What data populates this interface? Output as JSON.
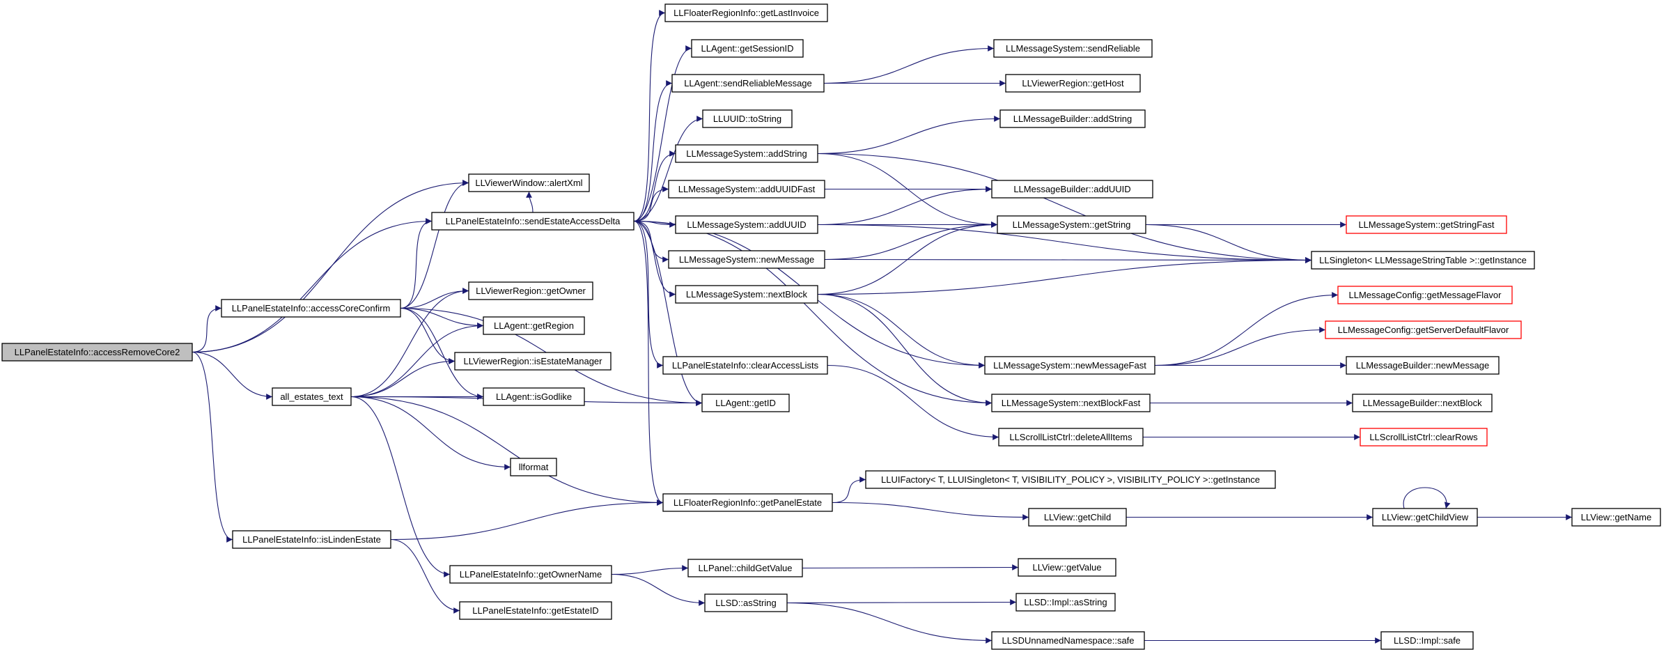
{
  "colors": {
    "edge": "#191970",
    "node_border": "#000000",
    "node_fill": "#ffffff",
    "root_fill": "#bfbfbf",
    "truncated_border": "#ff0000"
  },
  "nodes": [
    {
      "id": "n0",
      "label": "LLPanelEstateInfo::accessRemoveCore2",
      "style": "root"
    },
    {
      "id": "n1",
      "label": "LLViewerWindow::alertXml",
      "style": "normal"
    },
    {
      "id": "n2",
      "label": "LLPanelEstateInfo::accessCoreConfirm",
      "style": "normal"
    },
    {
      "id": "n3",
      "label": "all_estates_text",
      "style": "normal"
    },
    {
      "id": "n4",
      "label": "LLPanelEstateInfo::isLindenEstate",
      "style": "normal"
    },
    {
      "id": "n5",
      "label": "LLPanelEstateInfo::sendEstateAccessDelta",
      "style": "normal"
    },
    {
      "id": "n6",
      "label": "LLViewerRegion::getOwner",
      "style": "normal"
    },
    {
      "id": "n7",
      "label": "LLAgent::getRegion",
      "style": "normal"
    },
    {
      "id": "n8",
      "label": "LLViewerRegion::isEstateManager",
      "style": "normal"
    },
    {
      "id": "n9",
      "label": "LLAgent::isGodlike",
      "style": "normal"
    },
    {
      "id": "n10",
      "label": "llformat",
      "style": "normal"
    },
    {
      "id": "n11",
      "label": "LLFloaterRegionInfo::getLastInvoice",
      "style": "normal"
    },
    {
      "id": "n12",
      "label": "LLAgent::getSessionID",
      "style": "normal"
    },
    {
      "id": "n13",
      "label": "LLAgent::sendReliableMessage",
      "style": "normal"
    },
    {
      "id": "n14",
      "label": "LLUUID::toString",
      "style": "normal"
    },
    {
      "id": "n15",
      "label": "LLMessageSystem::addString",
      "style": "normal"
    },
    {
      "id": "n16",
      "label": "LLMessageSystem::addUUIDFast",
      "style": "normal"
    },
    {
      "id": "n17",
      "label": "LLMessageSystem::addUUID",
      "style": "normal"
    },
    {
      "id": "n18",
      "label": "LLMessageSystem::newMessage",
      "style": "normal"
    },
    {
      "id": "n19",
      "label": "LLMessageSystem::nextBlock",
      "style": "normal"
    },
    {
      "id": "n20",
      "label": "LLPanelEstateInfo::clearAccessLists",
      "style": "normal"
    },
    {
      "id": "n21",
      "label": "LLAgent::getID",
      "style": "normal"
    },
    {
      "id": "n22",
      "label": "LLFloaterRegionInfo::getPanelEstate",
      "style": "normal"
    },
    {
      "id": "n23",
      "label": "LLPanelEstateInfo::getOwnerName",
      "style": "normal"
    },
    {
      "id": "n24",
      "label": "LLPanelEstateInfo::getEstateID",
      "style": "normal"
    },
    {
      "id": "n25",
      "label": "LLMessageSystem::sendReliable",
      "style": "normal"
    },
    {
      "id": "n26",
      "label": "LLViewerRegion::getHost",
      "style": "normal"
    },
    {
      "id": "n27",
      "label": "LLMessageBuilder::addString",
      "style": "normal"
    },
    {
      "id": "n28",
      "label": "LLMessageBuilder::addUUID",
      "style": "normal"
    },
    {
      "id": "n29",
      "label": "LLMessageSystem::getString",
      "style": "normal"
    },
    {
      "id": "n30",
      "label": "LLMessageSystem::newMessageFast",
      "style": "normal"
    },
    {
      "id": "n31",
      "label": "LLMessageSystem::nextBlockFast",
      "style": "normal"
    },
    {
      "id": "n32",
      "label": "LLScrollListCtrl::deleteAllItems",
      "style": "normal"
    },
    {
      "id": "n33",
      "label": "LLUIFactory< T, LLUISingleton< T, VISIBILITY_POLICY >, VISIBILITY_POLICY >::getInstance",
      "style": "normal"
    },
    {
      "id": "n34",
      "label": "LLView::getChild",
      "style": "normal"
    },
    {
      "id": "n35",
      "label": "LLPanel::childGetValue",
      "style": "normal"
    },
    {
      "id": "n36",
      "label": "LLView::getValue",
      "style": "normal"
    },
    {
      "id": "n37",
      "label": "LLSD::asString",
      "style": "normal"
    },
    {
      "id": "n38",
      "label": "LLSD::Impl::asString",
      "style": "normal"
    },
    {
      "id": "n39",
      "label": "LLSDUnnamedNamespace::safe",
      "style": "normal"
    },
    {
      "id": "n40",
      "label": "LLSD::Impl::safe",
      "style": "normal"
    },
    {
      "id": "n41",
      "label": "LLMessageSystem::getStringFast",
      "style": "truncated"
    },
    {
      "id": "n42",
      "label": "LLSingleton< LLMessageStringTable >::getInstance",
      "style": "normal"
    },
    {
      "id": "n43",
      "label": "LLMessageConfig::getMessageFlavor",
      "style": "truncated"
    },
    {
      "id": "n44",
      "label": "LLMessageConfig::getServerDefaultFlavor",
      "style": "truncated"
    },
    {
      "id": "n45",
      "label": "LLMessageBuilder::newMessage",
      "style": "normal"
    },
    {
      "id": "n46",
      "label": "LLMessageBuilder::nextBlock",
      "style": "normal"
    },
    {
      "id": "n47",
      "label": "LLScrollListCtrl::clearRows",
      "style": "truncated"
    },
    {
      "id": "n48",
      "label": "LLView::getChildView",
      "style": "normal"
    },
    {
      "id": "n49",
      "label": "LLView::getName",
      "style": "normal"
    }
  ],
  "edges": [
    [
      "n0",
      "n1"
    ],
    [
      "n0",
      "n2"
    ],
    [
      "n0",
      "n3"
    ],
    [
      "n0",
      "n4"
    ],
    [
      "n0",
      "n5"
    ],
    [
      "n2",
      "n1"
    ],
    [
      "n2",
      "n5"
    ],
    [
      "n2",
      "n6"
    ],
    [
      "n2",
      "n7"
    ],
    [
      "n2",
      "n8"
    ],
    [
      "n2",
      "n9"
    ],
    [
      "n2",
      "n21"
    ],
    [
      "n3",
      "n6"
    ],
    [
      "n3",
      "n7"
    ],
    [
      "n3",
      "n8"
    ],
    [
      "n3",
      "n9"
    ],
    [
      "n3",
      "n21"
    ],
    [
      "n3",
      "n10"
    ],
    [
      "n3",
      "n22"
    ],
    [
      "n3",
      "n23"
    ],
    [
      "n4",
      "n22"
    ],
    [
      "n4",
      "n24"
    ],
    [
      "n5",
      "n1"
    ],
    [
      "n5",
      "n11"
    ],
    [
      "n5",
      "n12"
    ],
    [
      "n5",
      "n13"
    ],
    [
      "n5",
      "n14"
    ],
    [
      "n5",
      "n15"
    ],
    [
      "n5",
      "n16"
    ],
    [
      "n5",
      "n17"
    ],
    [
      "n5",
      "n18"
    ],
    [
      "n5",
      "n19"
    ],
    [
      "n5",
      "n20"
    ],
    [
      "n5",
      "n21"
    ],
    [
      "n5",
      "n22"
    ],
    [
      "n5",
      "n30"
    ],
    [
      "n5",
      "n31"
    ],
    [
      "n13",
      "n25"
    ],
    [
      "n13",
      "n26"
    ],
    [
      "n15",
      "n27"
    ],
    [
      "n15",
      "n29"
    ],
    [
      "n15",
      "n42"
    ],
    [
      "n16",
      "n28"
    ],
    [
      "n17",
      "n28"
    ],
    [
      "n17",
      "n29"
    ],
    [
      "n17",
      "n42"
    ],
    [
      "n18",
      "n29"
    ],
    [
      "n18",
      "n42"
    ],
    [
      "n19",
      "n29"
    ],
    [
      "n19",
      "n42"
    ],
    [
      "n19",
      "n30"
    ],
    [
      "n19",
      "n31"
    ],
    [
      "n29",
      "n41"
    ],
    [
      "n29",
      "n42"
    ],
    [
      "n30",
      "n43"
    ],
    [
      "n30",
      "n44"
    ],
    [
      "n30",
      "n45"
    ],
    [
      "n31",
      "n46"
    ],
    [
      "n20",
      "n32"
    ],
    [
      "n32",
      "n47"
    ],
    [
      "n22",
      "n33"
    ],
    [
      "n22",
      "n34"
    ],
    [
      "n34",
      "n48"
    ],
    [
      "n48",
      "n48"
    ],
    [
      "n48",
      "n49"
    ],
    [
      "n23",
      "n35"
    ],
    [
      "n23",
      "n37"
    ],
    [
      "n35",
      "n36"
    ],
    [
      "n37",
      "n38"
    ],
    [
      "n37",
      "n39"
    ],
    [
      "n39",
      "n40"
    ]
  ]
}
